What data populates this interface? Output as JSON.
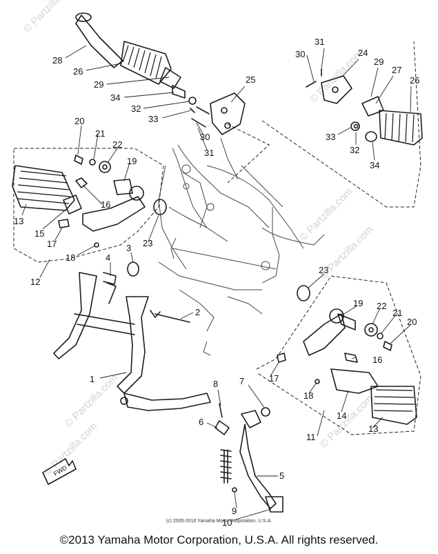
{
  "watermark": "© Partzilla.com",
  "callouts": [
    "28",
    "26",
    "29",
    "34",
    "32",
    "33",
    "30",
    "31",
    "25",
    "30",
    "31",
    "24",
    "29",
    "27",
    "26",
    "33",
    "32",
    "34",
    "20",
    "21",
    "22",
    "19",
    "16",
    "13",
    "15",
    "17",
    "18",
    "12",
    "23",
    "3",
    "4",
    "2",
    "1",
    "23",
    "19",
    "22",
    "21",
    "20",
    "16",
    "17",
    "18",
    "14",
    "13",
    "11",
    "8",
    "7",
    "6",
    "5",
    "9",
    "10"
  ],
  "fwd_label": "FWD",
  "footer": {
    "small_copyright": "(c) 2005-2016 Yamaha Motor Corporation, U.S.A.",
    "copyright": "©2013 Yamaha Motor Corporation, U.S.A. All rights reserved."
  }
}
